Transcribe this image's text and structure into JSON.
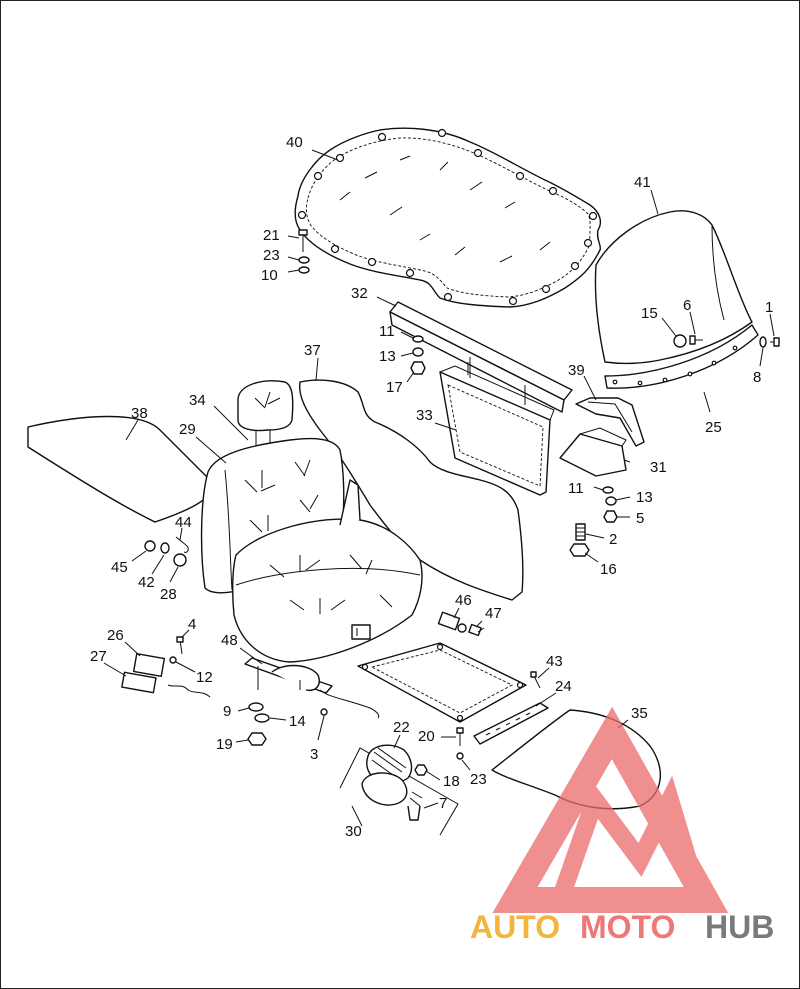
{
  "callouts": {
    "c1": "1",
    "c2": "2",
    "c3": "3",
    "c4": "4",
    "c5": "5",
    "c6": "6",
    "c7": "7",
    "c8": "8",
    "c9": "9",
    "c10": "10",
    "c11a": "11",
    "c11b": "11",
    "c12": "12",
    "c13a": "13",
    "c13b": "13",
    "c14": "14",
    "c15": "15",
    "c16": "16",
    "c17": "17",
    "c18": "18",
    "c19": "19",
    "c20": "20",
    "c21": "21",
    "c22": "22",
    "c23a": "23",
    "c23b": "23",
    "c24": "24",
    "c25": "25",
    "c26": "26",
    "c27": "27",
    "c28": "28",
    "c29": "29",
    "c30": "30",
    "c31": "31",
    "c32": "32",
    "c33": "33",
    "c34": "34",
    "c35": "35",
    "c37": "37",
    "c38": "38",
    "c39": "39",
    "c40": "40",
    "c41": "41",
    "c42": "42",
    "c43": "43",
    "c44": "44",
    "c45": "45",
    "c46": "46",
    "c47": "47",
    "c48": "48"
  },
  "watermark": {
    "part1": "AUTO",
    "part2": "MOTO",
    "part3": "HUB",
    "color_auto": "#f2b640",
    "color_moto": "#ee7777",
    "color_hub": "#7a7a7a",
    "logo_color": "#ea6a6a"
  }
}
